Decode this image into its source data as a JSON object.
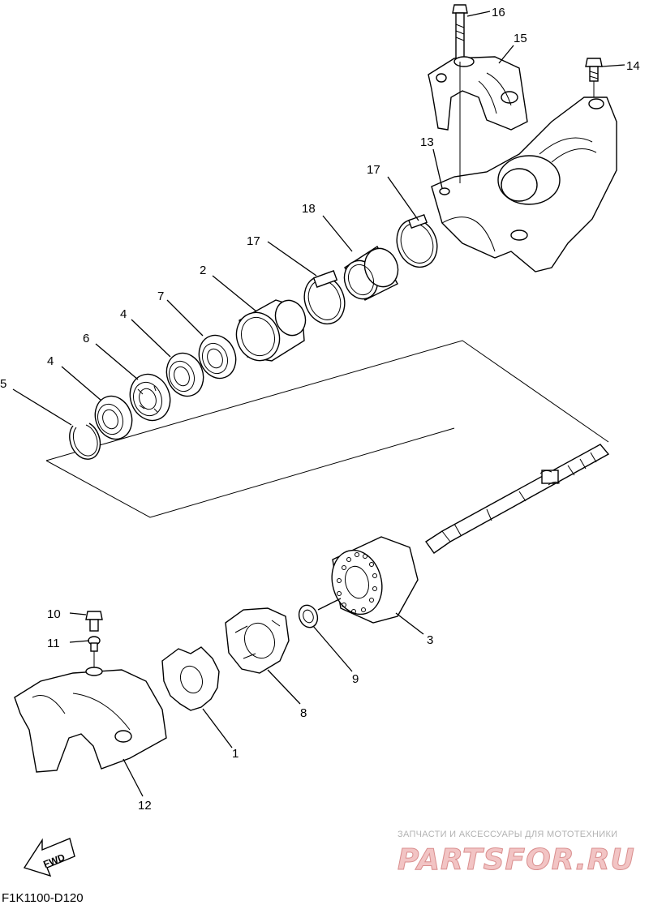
{
  "callouts": [
    {
      "id": "c16",
      "text": "16"
    },
    {
      "id": "c15",
      "text": "15"
    },
    {
      "id": "c14",
      "text": "14"
    },
    {
      "id": "c13",
      "text": "13"
    },
    {
      "id": "c17a",
      "text": "17"
    },
    {
      "id": "c18",
      "text": "18"
    },
    {
      "id": "c17b",
      "text": "17"
    },
    {
      "id": "c2",
      "text": "2"
    },
    {
      "id": "c7",
      "text": "7"
    },
    {
      "id": "c4a",
      "text": "4"
    },
    {
      "id": "c6",
      "text": "6"
    },
    {
      "id": "c4b",
      "text": "4"
    },
    {
      "id": "c5",
      "text": "5"
    },
    {
      "id": "c10",
      "text": "10"
    },
    {
      "id": "c11",
      "text": "11"
    },
    {
      "id": "c3",
      "text": "3"
    },
    {
      "id": "c9",
      "text": "9"
    },
    {
      "id": "c8",
      "text": "8"
    },
    {
      "id": "c1",
      "text": "1"
    },
    {
      "id": "c12",
      "text": "12"
    }
  ],
  "diagram_code": "F1K1100-D120",
  "fwd_label": "FWD",
  "watermark": {
    "tagline": "ЗАПЧАСТИ И АКСЕССУАРЫ ДЛЯ МОТОТЕХНИКИ",
    "logo": "PARTSFOR.RU"
  }
}
